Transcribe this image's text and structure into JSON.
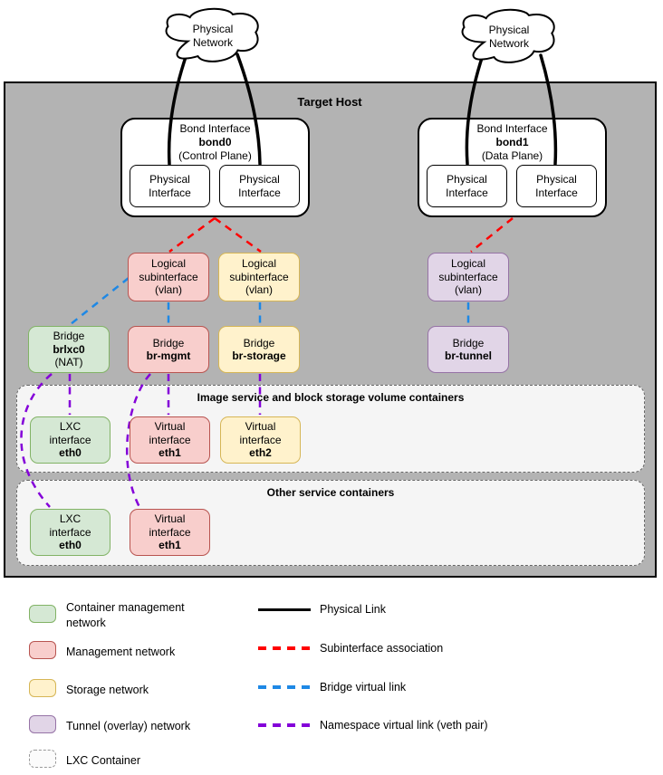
{
  "colors": {
    "host_bg": "#b3b3b3",
    "green_fill": "#d5e8d4",
    "green_stroke": "#82b366",
    "red_fill": "#f8cecc",
    "red_stroke": "#b85450",
    "yellow_fill": "#fff2cc",
    "yellow_stroke": "#d6b656",
    "purple_fill": "#e1d5e7",
    "purple_stroke": "#9673a6",
    "container_fill": "#f5f5f5",
    "container_stroke": "#666666",
    "link_black": "#000000",
    "link_red": "#ff0000",
    "link_blue": "#1e88e5",
    "link_purple": "#8400d9"
  },
  "clouds": {
    "line1": "Physical",
    "line2": "Network"
  },
  "host": {
    "title": "Target Host"
  },
  "bond0": {
    "title": "Bond Interface",
    "name": "bond0",
    "plane": "(Control Plane)"
  },
  "bond1": {
    "title": "Bond Interface",
    "name": "bond1",
    "plane": "(Data Plane)"
  },
  "phys_if": {
    "line1": "Physical",
    "line2": "Interface"
  },
  "subif": {
    "line1": "Logical",
    "line2": "subinterface",
    "line3": "(vlan)"
  },
  "bridges": {
    "lxc": {
      "line1": "Bridge",
      "name": "brlxc0",
      "sub": "(NAT)"
    },
    "mgmt": {
      "line1": "Bridge",
      "name": "br-mgmt"
    },
    "storage": {
      "line1": "Bridge",
      "name": "br-storage"
    },
    "tunnel": {
      "line1": "Bridge",
      "name": "br-tunnel"
    }
  },
  "containers": {
    "images": {
      "title": "Image service and block storage volume containers"
    },
    "other": {
      "title": "Other service containers"
    }
  },
  "ifaces": {
    "lxc_eth0": {
      "line1": "LXC",
      "line2": "interface",
      "name": "eth0"
    },
    "virt_eth1": {
      "line1": "Virtual",
      "line2": "interface",
      "name": "eth1"
    },
    "virt_eth2": {
      "line1": "Virtual",
      "line2": "interface",
      "name": "eth2"
    }
  },
  "legend": {
    "swatches": [
      {
        "label": "Container management network",
        "type": "green"
      },
      {
        "label": "Management network",
        "type": "red"
      },
      {
        "label": "Storage network",
        "type": "yellow"
      },
      {
        "label": "Tunnel (overlay) network",
        "type": "purple"
      },
      {
        "label": "LXC Container",
        "type": "lxc-container"
      }
    ],
    "lines": [
      {
        "label": "Physical Link",
        "type": "solid-black"
      },
      {
        "label": "Subinterface association",
        "type": "dashed-red"
      },
      {
        "label": "Bridge virtual link",
        "type": "dashed-blue"
      },
      {
        "label": "Namespace virtual link (veth pair)",
        "type": "dashed-purple"
      }
    ]
  }
}
